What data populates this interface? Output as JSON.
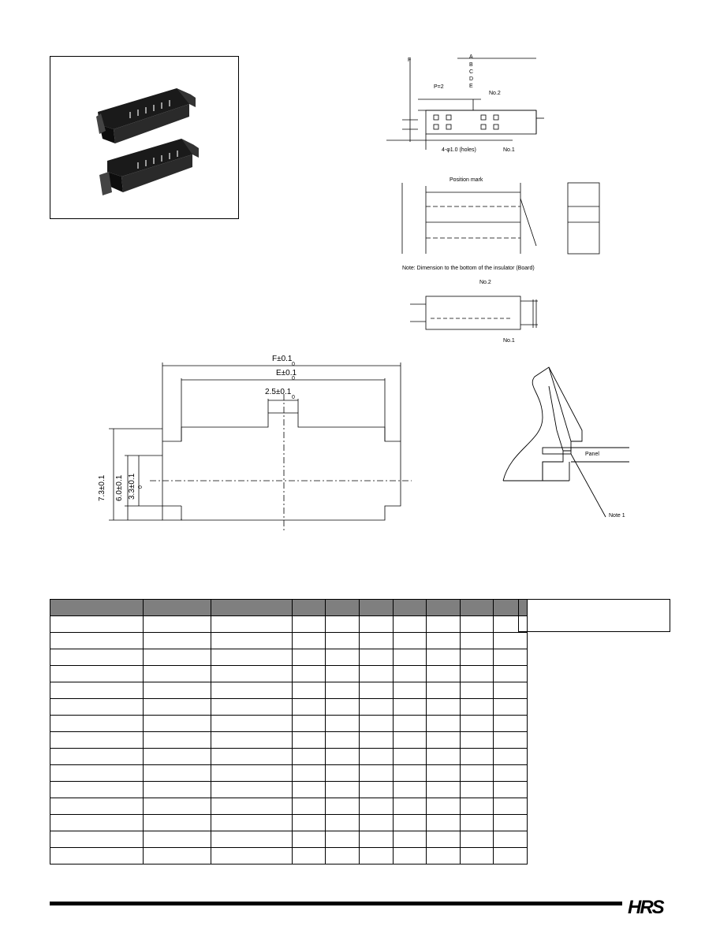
{
  "drawing_top": {
    "labels": {
      "a": "A",
      "b": "B",
      "c": "C",
      "d": "D",
      "e": "E",
      "f": "F",
      "p": "P=2",
      "no2": "No.2",
      "hole": "4-φ1.0 (holes)",
      "no1": "No.1",
      "position_mark": "Position mark",
      "note_text": "Note: Dimension to the bottom of the insulator (Board)",
      "no2b": "No.2",
      "no1b": "No.1"
    }
  },
  "panel_cutout": {
    "labels": {
      "f01": "F±0.1",
      "sub01": "0",
      "e01": "E±0.1",
      "sub02": "0",
      "d25": "2.5±0.1",
      "sub03": "0",
      "h1": "7.3±0.1",
      "h2": "6.0±0.1",
      "h3": "3.3±0.1",
      "sub04": "0"
    }
  },
  "panel_detail": {
    "panel_label": "Panel",
    "note_label": "Note 1"
  },
  "table": {
    "columns": 10,
    "rows": 15
  },
  "logo_text": "HRS"
}
